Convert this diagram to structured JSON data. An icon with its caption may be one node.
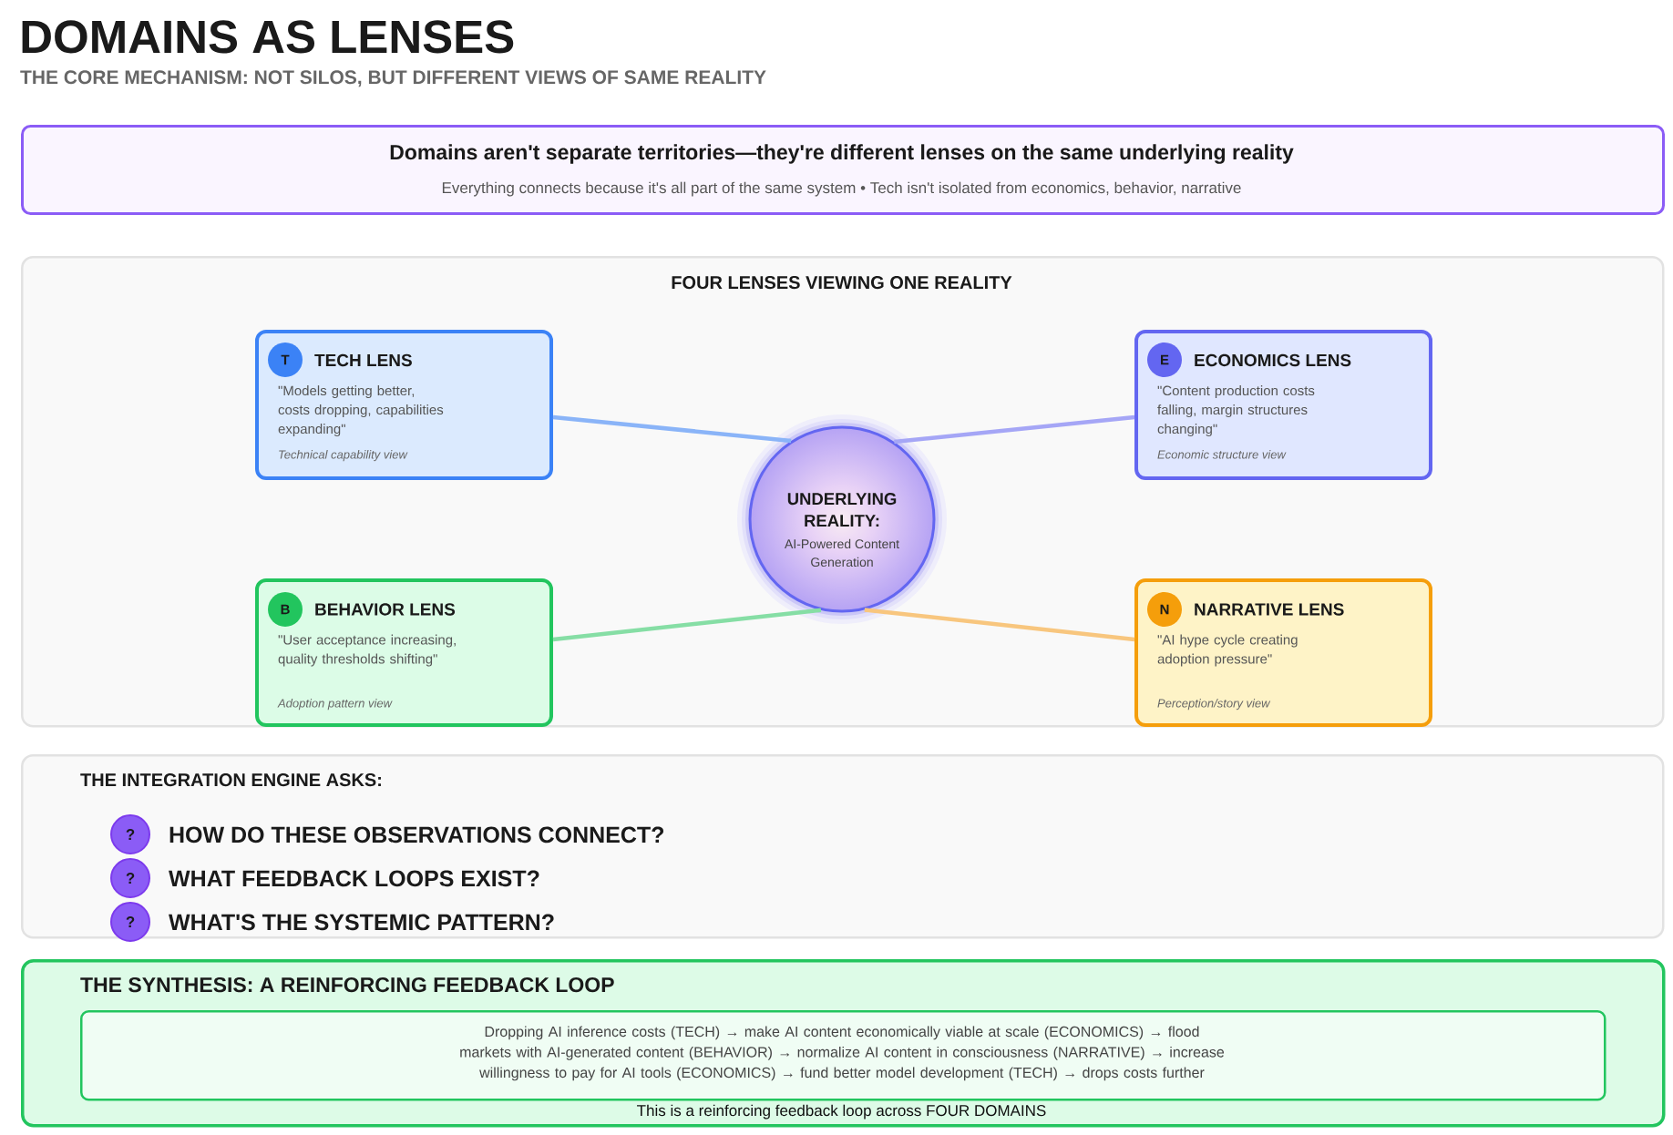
{
  "diagram": {
    "title": "DOMAINS AS LENSES",
    "nodes": [
      {
        "text": [
          "Domains aren't separate territories—they're different lenses on the same underlying reality",
          "Everything connects because it's all part of the same system • Tech isn't isolated from economics, behavior, narrative"
        ]
      },
      {
        "text": [
          "FOUR LENSES VIEWING ONE REALITY"
        ]
      },
      {
        "text": [
          "TECH LENS",
          "\"Models getting better, costs dropping, capabilities expanding\"",
          "Technical capability view"
        ],
        "in": 1
      },
      {
        "text": [
          "T"
        ],
        "in": 2
      },
      {
        "text": [
          "ECONOMICS LENS",
          "\"Content production costs falling, margin structures changing\"",
          "Economic structure view"
        ],
        "in": 1
      },
      {
        "text": [
          "E"
        ],
        "in": 4
      },
      {
        "text": [
          "UNDERLYING REALITY:",
          "AI-Powered Content Generation"
        ],
        "in": 1
      },
      {
        "text": [
          "BEHAVIOR LENS",
          "\"User acceptance increasing, quality thresholds shifting\"",
          "Adoption pattern view"
        ],
        "in": 1
      },
      {
        "text": [
          "B"
        ],
        "in": 7
      },
      {
        "text": [
          "NARRATIVE LENS",
          "\"AI hype cycle creating adoption pressure\"",
          "Perception/story view"
        ],
        "in": 1
      },
      {
        "text": [
          "N"
        ],
        "in": 9
      },
      {
        "text": [
          "THE INTEGRATION ENGINE ASKS:"
        ]
      },
      {
        "text": [
          "?"
        ],
        "beside": [
          "HOW DO THESE OBSERVATIONS CONNECT?"
        ],
        "in": 11
      },
      {
        "text": [
          "?"
        ],
        "beside": [
          "WHAT FEEDBACK LOOPS EXIST?"
        ],
        "in": 11
      },
      {
        "text": [
          "?"
        ],
        "beside": [
          "WHAT'S THE SYSTEMIC PATTERN?"
        ],
        "in": 11
      },
      {
        "text": [
          "THE SYNTHESIS: A REINFORCING FEEDBACK LOOP",
          "This is a reinforcing feedback loop across FOUR DOMAINS"
        ]
      },
      {
        "text": [
          "Dropping AI inference costs (TECH) → make AI content economically viable at scale (ECONOMICS) → flood markets with AI-generated content (BEHAVIOR) → normalize AI content in consciousness (NARRATIVE) → increase willingness to pay for AI tools (ECONOMICS) → fund better model development (TECH) → drops costs further"
        ],
        "in": 15
      }
    ],
    "edges": [
      {
        "from": 2,
        "to": 6,
        "arrow": "none",
        "color": "#8ab4f8"
      },
      {
        "from": 4,
        "to": 6,
        "arrow": "none",
        "color": "#a5a6f6"
      },
      {
        "from": 7,
        "to": 6,
        "arrow": "none",
        "color": "#86dea5"
      },
      {
        "from": 9,
        "to": 6,
        "arrow": "none",
        "color": "#f8c67e"
      }
    ],
    "labels": [
      "THE CORE MECHANISM: NOT SILOS, BUT DIFFERENT VIEWS OF SAME REALITY"
    ]
  }
}
